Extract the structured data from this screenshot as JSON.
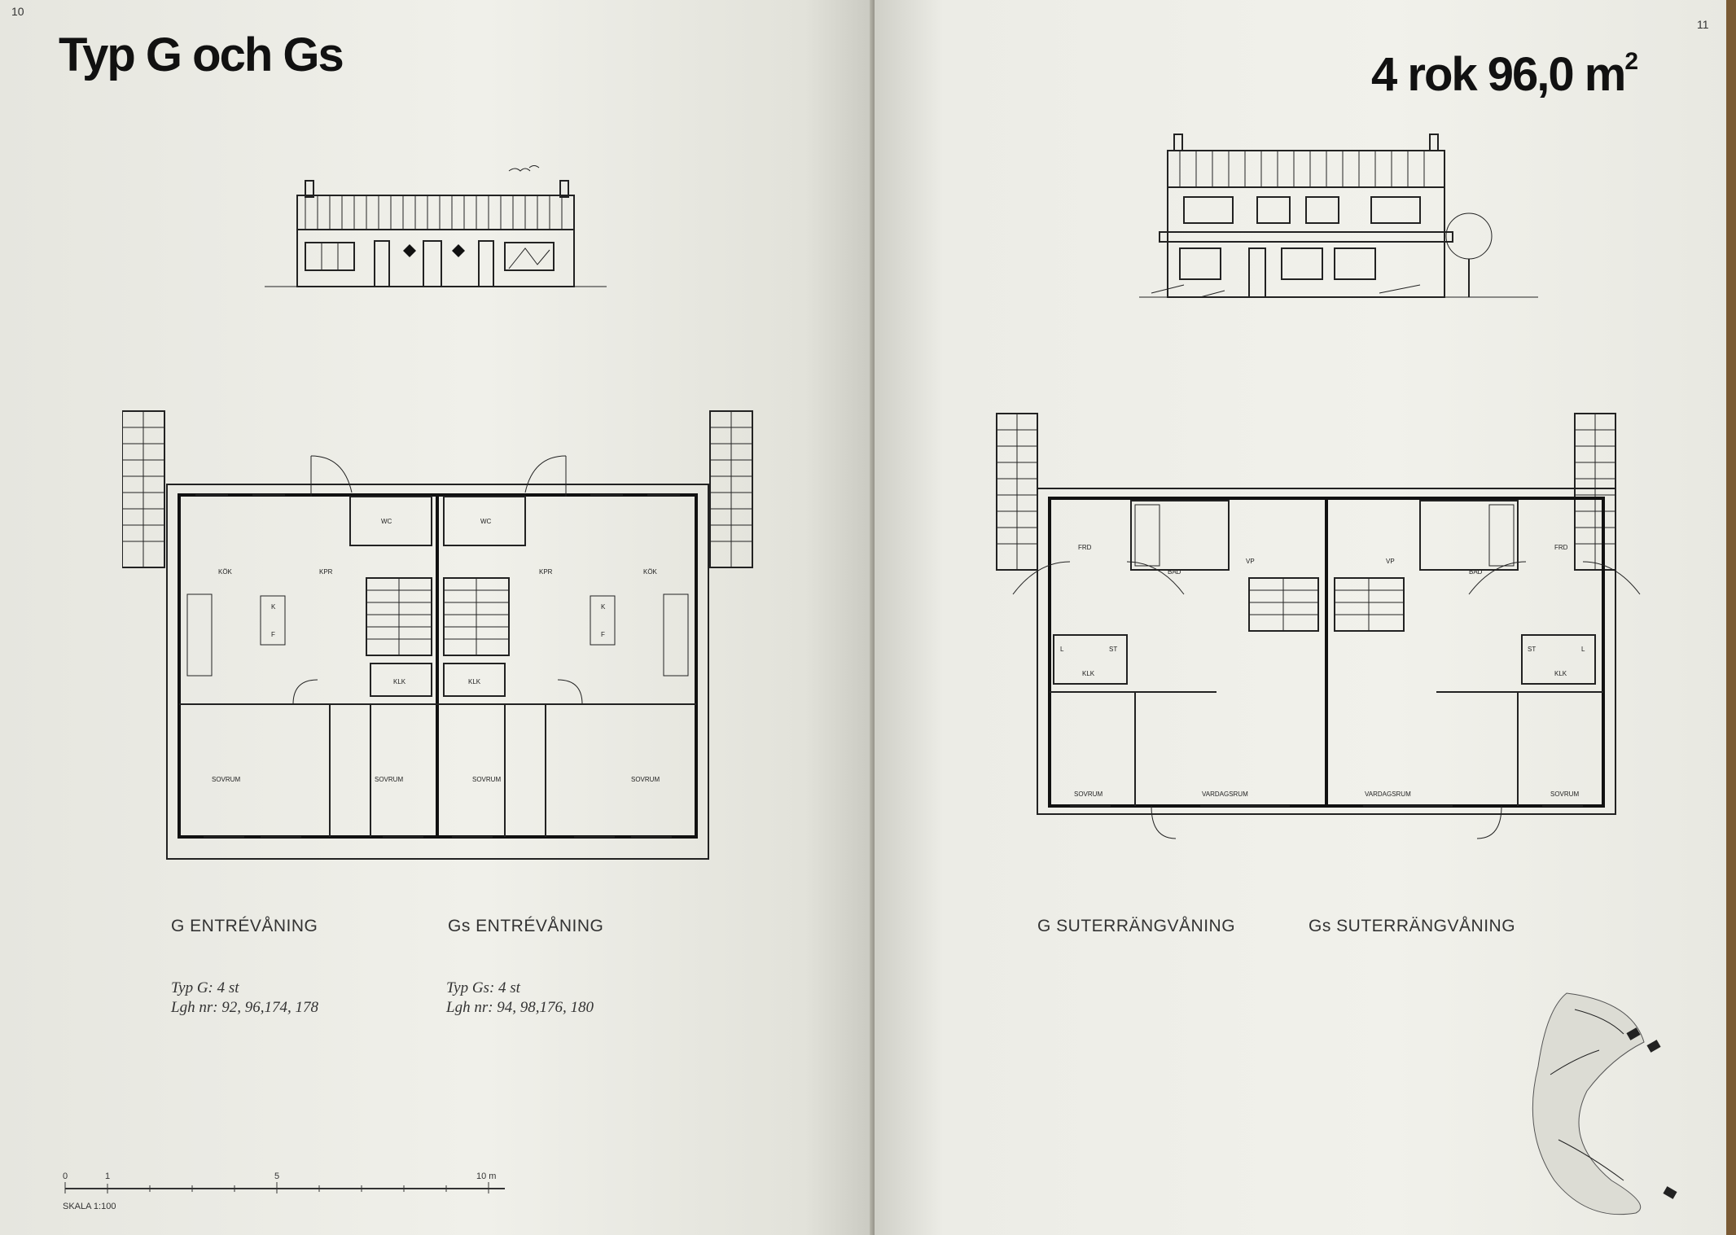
{
  "left_page": {
    "page_number": "10",
    "title": "Typ G och Gs",
    "plans": [
      {
        "caption": "G ENTRÉVÅNING",
        "type_line": "Typ G: 4 st",
        "lgh_line": "Lgh nr: 92, 96,174, 178"
      },
      {
        "caption": "Gs ENTRÉVÅNING",
        "type_line": "Typ Gs: 4 st",
        "lgh_line": "Lgh nr: 94, 98,176, 180"
      }
    ],
    "rooms": [
      "WC",
      "WC",
      "KÖK",
      "KPR",
      "KPR",
      "KÖK",
      "KLK",
      "KLK",
      "SOVRUM",
      "SOVRUM",
      "SOVRUM",
      "SOVRUM",
      "K",
      "F",
      "K",
      "F"
    ],
    "scale": {
      "ticks": [
        "0",
        "1",
        "5",
        "10 m"
      ],
      "label": "SKALA 1:100"
    }
  },
  "right_page": {
    "page_number": "11",
    "title_main": "4 rok 96,0 m",
    "title_sup": "2",
    "plans": [
      {
        "caption": "G SUTERRÄNGVÅNING"
      },
      {
        "caption": "Gs SUTERRÄNGVÅNING"
      }
    ],
    "rooms": [
      "FRD",
      "BAD",
      "BAD",
      "FRD",
      "KLK",
      "KLK",
      "L",
      "ST",
      "ST",
      "L",
      "VP",
      "VP",
      "SOVRUM",
      "VARDAGSRUM",
      "VARDAGSRUM",
      "SOVRUM"
    ]
  }
}
